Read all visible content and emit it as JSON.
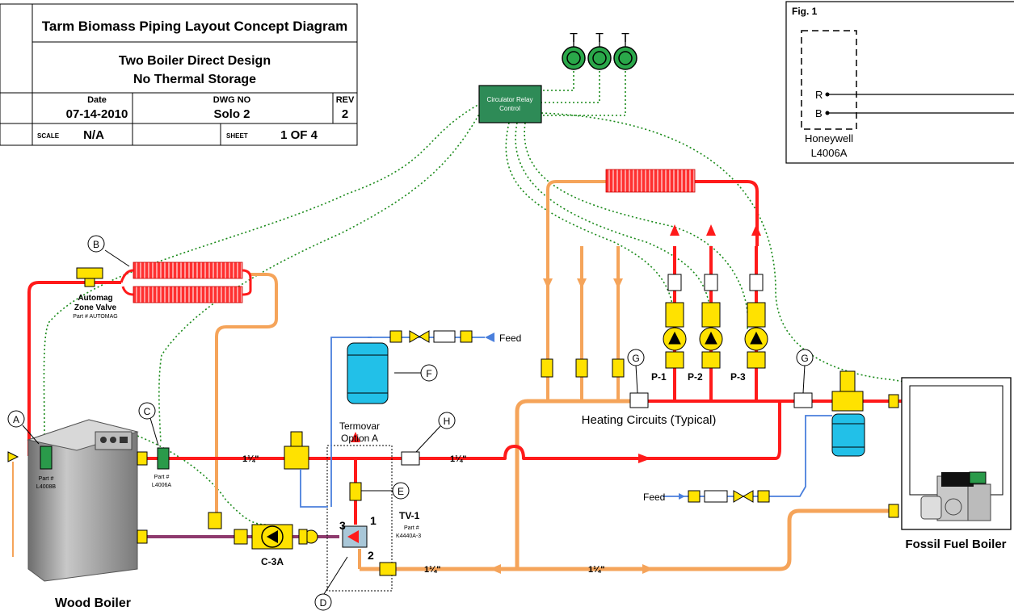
{
  "title_block": {
    "title": "Tarm Biomass Piping Layout Concept Diagram",
    "subtitle_line1": "Two Boiler Direct Design",
    "subtitle_line2": "No Thermal Storage",
    "date_label": "Date",
    "date_value": "07-14-2010",
    "dwg_label": "DWG NO",
    "dwg_value": "Solo 2",
    "rev_label": "REV",
    "rev_value": "2",
    "scale_label": "SCALE",
    "scale_value": "N/A",
    "sheet_label": "SHEET",
    "sheet_value": "1 OF 4"
  },
  "fig1": {
    "title": "Fig. 1",
    "r_label": "R",
    "b_label": "B",
    "caption_line1": "Honeywell",
    "caption_line2": "L4006A"
  },
  "labels": {
    "relay_line1": "Circulator Relay",
    "relay_line2": "Control",
    "thermostat_symbol": "T",
    "automag_line1": "Automag",
    "automag_line2": "Zone Valve",
    "automag_part": "Part # AUTOMAG",
    "part_l4008b_line1": "Part #",
    "part_l4008b_line2": "L4008B",
    "part_l4006a_line1": "Part #",
    "part_l4006a_line2": "L4006A",
    "wood_boiler": "Wood Boiler",
    "fossil_boiler": "Fossil Fuel Boiler",
    "heating_circuits": "Heating Circuits (Typical)",
    "termovar_line1": "Termovar",
    "termovar_line2": "Option A",
    "tv1": "TV-1",
    "tv1_part_line1": "Part #",
    "tv1_part_line2": "K4440A-3",
    "c3a": "C-3A",
    "p1": "P-1",
    "p2": "P-2",
    "p3": "P-3",
    "feed_top": "Feed",
    "feed_bottom": "Feed",
    "pipe_size": "1¼\"",
    "port1": "1",
    "port2": "2",
    "port3": "3"
  },
  "callouts": [
    "A",
    "B",
    "C",
    "D",
    "E",
    "F",
    "G",
    "H"
  ],
  "colors": {
    "supply_red": "#ff1a1a",
    "return_orange": "#f5a45a",
    "signal_green": "#1a8a1a",
    "brass_yellow": "#ffe200",
    "tank_cyan": "#22c0e8",
    "cold_blue": "#4a7fdc",
    "boiler_gray": "#9a9a9a",
    "relay_green": "#2e8b57"
  }
}
